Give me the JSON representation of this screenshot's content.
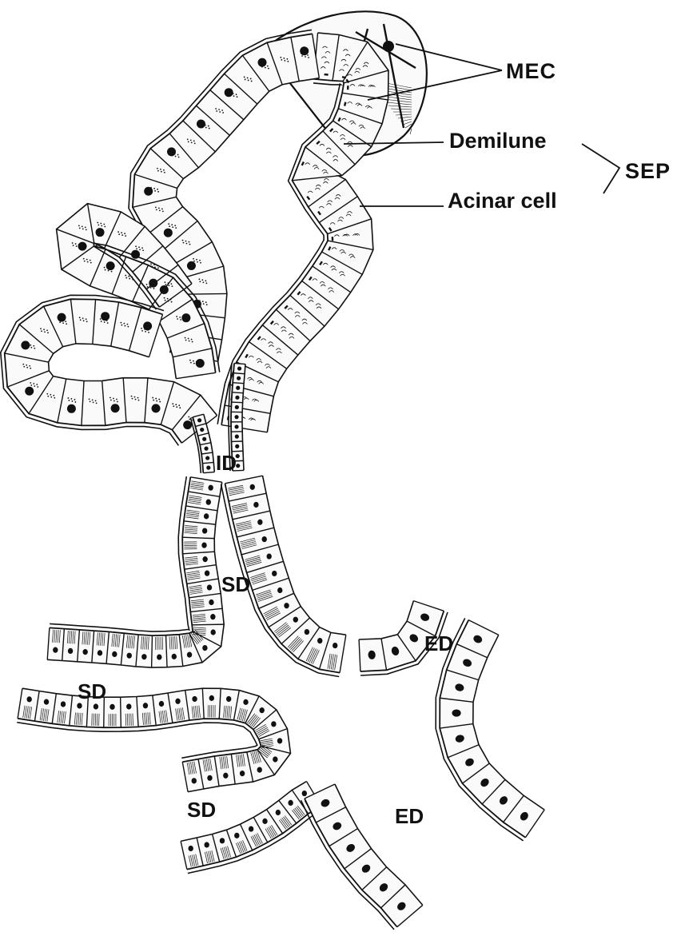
{
  "diagram": {
    "labels": {
      "mec": "MEC",
      "demilune": "Demilune",
      "sep": "SEP",
      "acinar_cell": "Acinar cell",
      "id": "ID",
      "sd_upper": "SD",
      "sd_left": "SD",
      "sd_lower": "SD",
      "ed_right": "ED",
      "ed_lower": "ED"
    },
    "colors": {
      "ink": "#111111",
      "background": "#ffffff",
      "cell_fill": "#fafafa"
    }
  }
}
